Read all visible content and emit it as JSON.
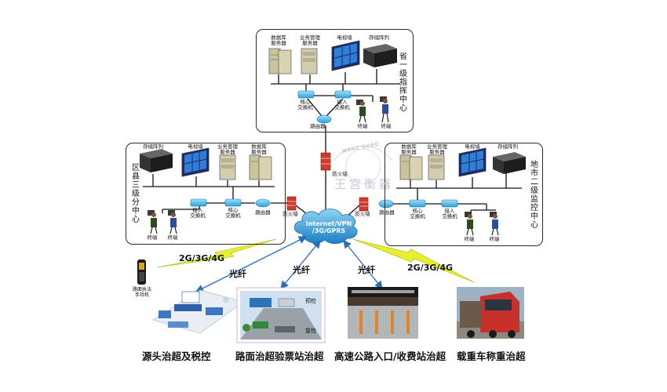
{
  "regions": {
    "provincial": {
      "title": "省一级指挥中心",
      "devices": {
        "db_server": "数据库\n服务器",
        "biz_server": "业务管理\n服务器",
        "video_wall": "电视墙",
        "storage": "存储阵列",
        "core_switch": "核心\n交换机",
        "access_switch": "接入\n交换机",
        "router": "路由器",
        "terminal_a": "终端",
        "terminal_b": "终端"
      }
    },
    "county": {
      "title": "区县三级分中心",
      "devices": {
        "storage": "存储阵列",
        "video_wall": "电视墙",
        "biz_server": "业务管理\n服务器",
        "db_server": "数据库\n服务器",
        "access_switch": "接入\n交换机",
        "core_switch": "核心\n交换机",
        "router": "路由器",
        "firewall": "防火墙",
        "terminal_a": "终端",
        "terminal_b": "终端"
      }
    },
    "city": {
      "title": "地市二级监控中心",
      "devices": {
        "db_server": "数据库\n服务器",
        "biz_server": "业务管理\n服务器",
        "video_wall": "电视墙",
        "storage": "存储阵列",
        "firewall": "防火墙",
        "router": "路由器",
        "core_switch": "核心\n交换机",
        "access_switch": "接入\n交换机",
        "terminal_a": "终端",
        "terminal_b": "终端"
      }
    }
  },
  "center": {
    "firewall": "防火墙",
    "cloud": "Internet/VPN\n/3G/GPRS",
    "watermark_brand": "WANG GONG",
    "watermark_cn": "王宫衡器"
  },
  "links": {
    "left_wireless": "2G/3G/4G",
    "left_fiber": "光纤",
    "mid_fiber": "光纤",
    "right_fiber": "光纤",
    "right_wireless": "2G/3G/4G"
  },
  "sites": {
    "handheld_label": "路面执法\n手持机",
    "source": "源头治超及税控",
    "road": "路面治超验票站治超",
    "road_precheck": "预检",
    "road_recheck": "复检",
    "highway": "高速公路入口/收费站治超",
    "truck": "载重车称重治超"
  }
}
